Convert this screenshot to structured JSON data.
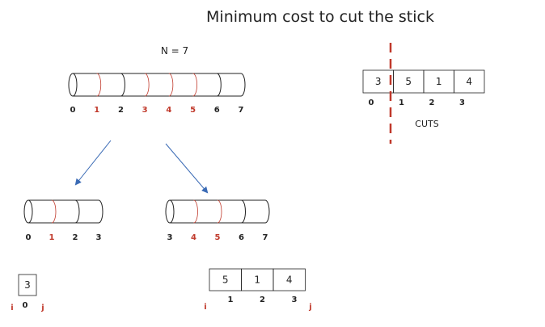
{
  "title": "Minimum cost to cut the stick",
  "n_label": "N = 7",
  "colors": {
    "normal": "#222222",
    "cut": "#c0392b",
    "arrow": "#3b6bb5",
    "dash": "#c0392b"
  },
  "main_stick": {
    "labels": [
      {
        "text": "0",
        "cut": false
      },
      {
        "text": "1",
        "cut": true
      },
      {
        "text": "2",
        "cut": false
      },
      {
        "text": "3",
        "cut": true
      },
      {
        "text": "4",
        "cut": true
      },
      {
        "text": "5",
        "cut": true
      },
      {
        "text": "6",
        "cut": false
      },
      {
        "text": "7",
        "cut": false
      }
    ]
  },
  "left_stick": {
    "labels": [
      {
        "text": "0",
        "cut": false
      },
      {
        "text": "1",
        "cut": true
      },
      {
        "text": "2",
        "cut": false
      },
      {
        "text": "3",
        "cut": false
      }
    ]
  },
  "right_stick": {
    "labels": [
      {
        "text": "3",
        "cut": false
      },
      {
        "text": "4",
        "cut": true
      },
      {
        "text": "5",
        "cut": true
      },
      {
        "text": "6",
        "cut": false
      },
      {
        "text": "7",
        "cut": false
      }
    ]
  },
  "cuts_array": {
    "values": [
      "3",
      "5",
      "1",
      "4"
    ],
    "indices": [
      "0",
      "1",
      "2",
      "3"
    ],
    "label": "CUTS"
  },
  "left_sub": {
    "values": [
      "3"
    ],
    "indices": [
      "0"
    ],
    "i": "i",
    "j": "j"
  },
  "right_sub": {
    "values": [
      "5",
      "1",
      "4"
    ],
    "indices": [
      "1",
      "2",
      "3"
    ],
    "i": "i",
    "j": "j"
  }
}
